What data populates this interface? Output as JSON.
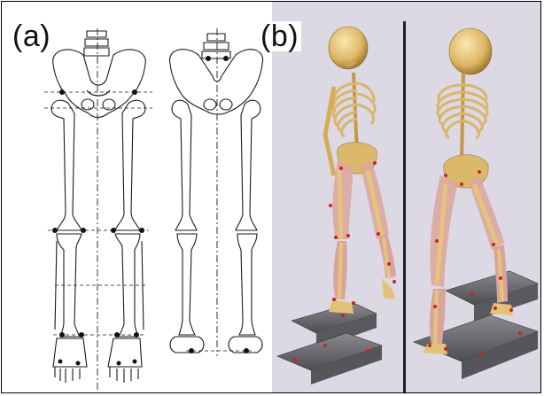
{
  "figure": {
    "panels": [
      {
        "label": "(a)",
        "content": "skeleton-diagram"
      },
      {
        "label": "(b)",
        "content": "skeleton-3d-models"
      }
    ],
    "colors": {
      "bone_line": "#1a1a1a",
      "landmark": "#111111",
      "bone_3d": "#e2c27a",
      "muscle": "#d9a7a0",
      "marker": "#cc2222",
      "platform": "#6a6a6e",
      "background_b": "#dcd8e4"
    }
  }
}
